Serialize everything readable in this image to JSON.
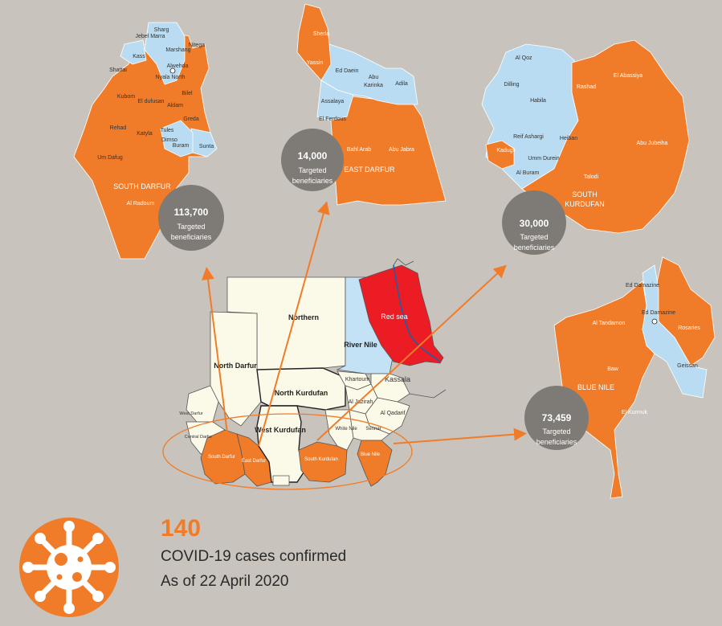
{
  "colors": {
    "background": "#c8c4bd",
    "targeted": "#f07c29",
    "non_targeted": "#b9dcf2",
    "red_sea": "#ec1c24",
    "base": "#fbfae8",
    "circle": "#7e7a75"
  },
  "sudan_map": {
    "states": [
      "Northern",
      "North Darfur",
      "River Nile",
      "Red sea",
      "North Kurdufan",
      "Khartoum",
      "Kassala",
      "Al Jazirah",
      "Al Qadarif",
      "West Darfur",
      "Central Darfur",
      "South Darfur",
      "East Darfur",
      "West Kurdufan",
      "South Kurdufan",
      "White Nile",
      "Sennar",
      "Blue Nile"
    ],
    "highlighted": [
      "South Darfur",
      "East Darfur",
      "South Kurdufan",
      "Blue Nile"
    ]
  },
  "insets": [
    {
      "region": "SOUTH DARFUR",
      "beneficiaries": "113,700",
      "caption": "Targeted",
      "caption2": "beneficiaries",
      "localities": [
        "Sharg",
        "Jebel Marra",
        "Marshang",
        "Nitega",
        "Kass",
        "Alwehda",
        "Shattai",
        "Nyala North",
        "Bilel",
        "Kubom",
        "El dufusan",
        "Aldam",
        "Rehad",
        "Greda",
        "Katyla",
        "Tules",
        "Dimso",
        "Buram",
        "Sunta",
        "Um Dafug",
        "Al Radoum"
      ]
    },
    {
      "region": "EAST DARFUR",
      "beneficiaries": "14,000",
      "caption": "Targeted",
      "caption2": "beneficiaries",
      "localities": [
        "Sherla",
        "Yassin",
        "Ed Daein",
        "Abu",
        "Karinka",
        "Adila",
        "Assalaya",
        "El Ferdous",
        "Bahl Arab",
        "Abu Jabra"
      ]
    },
    {
      "region": "SOUTH",
      "region2": "KURDUFAN",
      "beneficiaries": "30,000",
      "caption": "Targeted",
      "caption2": "beneficiaries",
      "localities": [
        "Al Qoz",
        "Dilling",
        "Habila",
        "Rashad",
        "El Abassiya",
        "Reif Ashargi",
        "Heiban",
        "Kadugli",
        "Umm Durein",
        "Abu Jubeiha",
        "Al Buram",
        "Talodi"
      ]
    },
    {
      "region": "BLUE NILE",
      "beneficiaries": "73,459",
      "caption": "Targeted",
      "caption2": "beneficiaries",
      "localities": [
        "Ed Damazine",
        "Ed Damazine",
        "Al Tandamon",
        "Rosaries",
        "Baw",
        "Geissan",
        "El Kurmuk"
      ]
    }
  ],
  "covid": {
    "count": "140",
    "line1": "COVID-19 cases confirmed",
    "line2": "As of 22 April 2020",
    "icon": "virus-icon"
  }
}
